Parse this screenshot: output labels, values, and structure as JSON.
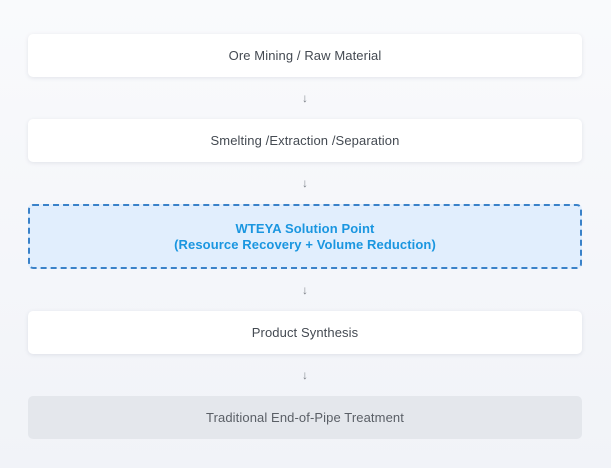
{
  "steps": [
    {
      "label": "Ore Mining / Raw Material"
    },
    {
      "label": "Smelting /Extraction /Separation"
    },
    {
      "title": "WTEYA Solution Point",
      "subtitle": "(Resource Recovery + Volume Reduction)"
    },
    {
      "label": "Product Synthesis"
    },
    {
      "label": "Traditional End-of-Pipe Treatment"
    }
  ],
  "arrow_glyph": "↓",
  "colors": {
    "highlight_border": "#3a82c9",
    "highlight_fill": "#e1eefd",
    "highlight_text": "#1a96e0",
    "muted_fill": "#e4e7ec"
  }
}
